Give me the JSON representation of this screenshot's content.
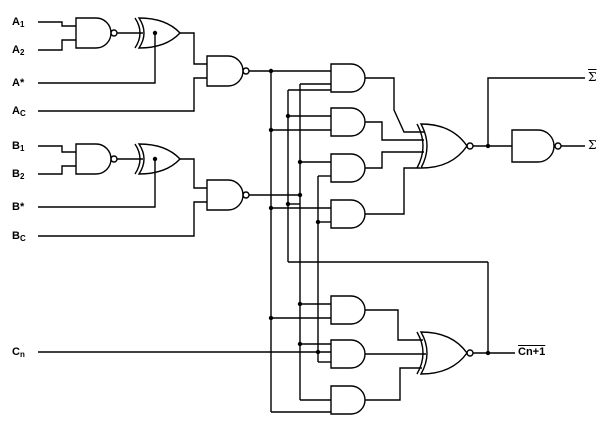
{
  "diagram": {
    "inputs": {
      "a1": {
        "main": "A",
        "sub": "1"
      },
      "a2": {
        "main": "A",
        "sub": "2"
      },
      "a_star": {
        "text": "A*"
      },
      "ac": {
        "main": "A",
        "sub": "C"
      },
      "b1": {
        "main": "B",
        "sub": "1"
      },
      "b2": {
        "main": "B",
        "sub": "2"
      },
      "b_star": {
        "text": "B*"
      },
      "bc": {
        "main": "B",
        "sub": "C"
      },
      "cn": {
        "main": "C",
        "sub": "n"
      }
    },
    "outputs": {
      "sum_bar": {
        "text": "Σ"
      },
      "sum": {
        "text": "Σ"
      },
      "carry_out": {
        "text": "Cn+1"
      }
    }
  }
}
